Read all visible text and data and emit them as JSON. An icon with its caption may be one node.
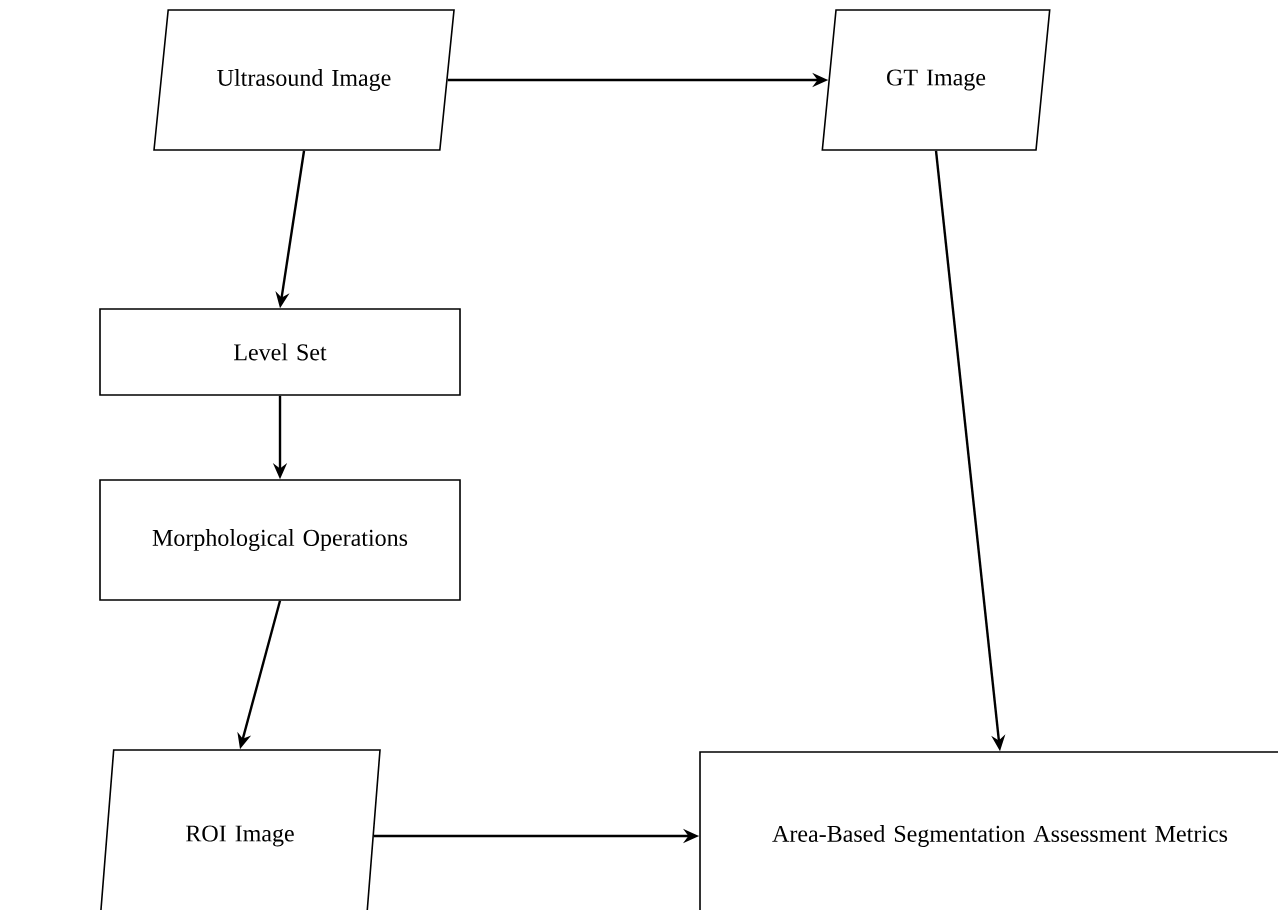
{
  "diagram": {
    "nodes": [
      {
        "text": [
          "Ultrasound Image"
        ]
      },
      {
        "text": [
          "GT Image"
        ]
      },
      {
        "text": [
          "Level Set"
        ]
      },
      {
        "text": [
          "Morphological Operations"
        ]
      },
      {
        "text": [
          "ROI Image"
        ]
      },
      {
        "text": [
          "Area-Based Segmentation Assessment Metrics"
        ]
      }
    ],
    "edges": [
      {
        "from": 0,
        "to": 1,
        "arrow": "to"
      },
      {
        "from": 0,
        "to": 2,
        "arrow": "to"
      },
      {
        "from": 2,
        "to": 3,
        "arrow": "to"
      },
      {
        "from": 3,
        "to": 4,
        "arrow": "to"
      },
      {
        "from": 4,
        "to": 5,
        "arrow": "to"
      },
      {
        "from": 1,
        "to": 5,
        "arrow": "to"
      }
    ]
  }
}
